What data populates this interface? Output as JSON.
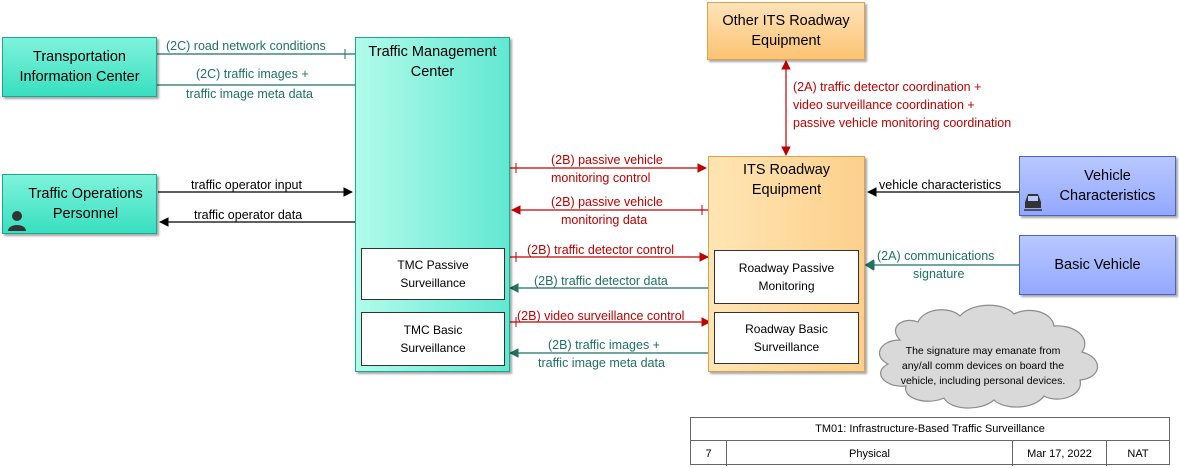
{
  "elements": {
    "tic": "Transportation Information Center",
    "top": "Traffic Operations Personnel",
    "tmc": "Traffic Management Center",
    "tmc_passive": "TMC Passive Surveillance",
    "tmc_basic": "TMC Basic Surveillance",
    "other_its": "Other ITS Roadway Equipment",
    "its": "ITS Roadway Equipment",
    "rw_passive": "Roadway Passive Monitoring",
    "rw_basic": "Roadway Basic Surveillance",
    "vehicle_char": "Vehicle Characteristics",
    "basic_vehicle": "Basic Vehicle"
  },
  "flows": {
    "road_network": "(2C) road network conditions",
    "traffic_images_tic_1": "(2C) traffic images +",
    "traffic_images_tic_2": "traffic image meta data",
    "operator_input": "traffic operator input",
    "operator_data": "traffic operator data",
    "pvm_control_1": "(2B) passive vehicle",
    "pvm_control_2": "monitoring control",
    "pvm_data_1": "(2B) passive vehicle",
    "pvm_data_2": "monitoring data",
    "detector_control": "(2B) traffic detector control",
    "detector_data": "(2B) traffic detector data",
    "video_control": "(2B) video surveillance control",
    "images_1": "(2B) traffic images +",
    "images_2": "traffic image meta data",
    "coord_1": "(2A) traffic detector coordination +",
    "coord_2": "video surveillance coordination +",
    "coord_3": "passive vehicle monitoring coordination",
    "vehicle_characteristics": "vehicle characteristics",
    "comm_sig_1": "(2A) communications",
    "comm_sig_2": "signature"
  },
  "note": {
    "line1": "The signature may emanate from",
    "line2": "any/all comm devices on board the",
    "line3": "vehicle, including personal devices."
  },
  "title_block": {
    "title": "TM01: Infrastructure-Based Traffic Surveillance",
    "number": "7",
    "view": "Physical",
    "date": "Mar 17, 2022",
    "author": "NAT"
  },
  "colors": {
    "red_flow": "#c00000",
    "teal_flow": "#1e7261",
    "black_flow": "#000000"
  }
}
